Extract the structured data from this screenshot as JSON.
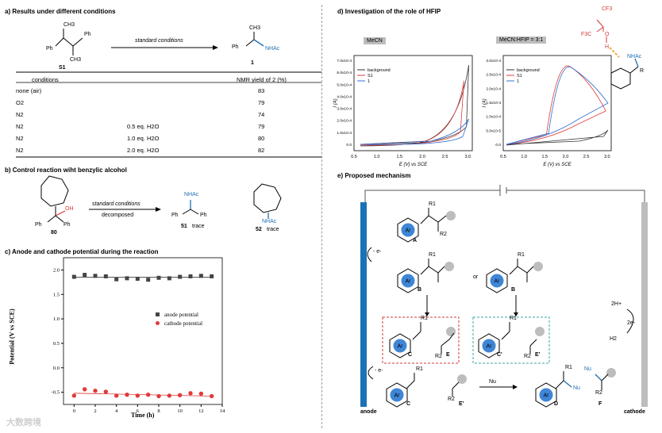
{
  "colors": {
    "blue": "#1f6fb2",
    "red": "#d33a3a",
    "grey": "#b5b5b5",
    "anode": "#1a72b5",
    "cathode": "#bdbdbd"
  },
  "panel_a": {
    "title": "a) Results under different conditions",
    "substrate_label": "S1",
    "product_label": "1",
    "arrow_label": "standard conditions",
    "nhac": "NHAc",
    "ph": "Ph",
    "ch3": "CH3",
    "header_conditions": "conditions",
    "header_yield": "NMR yield of 2 (%)",
    "rows": [
      {
        "cond": "none (air)",
        "extra": "",
        "yield": "83"
      },
      {
        "cond": "O2",
        "extra": "",
        "yield": "79"
      },
      {
        "cond": "N2",
        "extra": "",
        "yield": "74"
      },
      {
        "cond": "N2",
        "extra": "0.5 eq. H2O",
        "yield": "79"
      },
      {
        "cond": "N2",
        "extra": "1.0 eq. H2O",
        "yield": "80"
      },
      {
        "cond": "N2",
        "extra": "2.0 eq. H2O",
        "yield": "82"
      }
    ]
  },
  "panel_b": {
    "title": "b) Control reaction wiht benzylic alcohol",
    "arrow_label_top": "standard conditions",
    "arrow_label_bottom": "decomposed",
    "sm_label": "80",
    "p51_label": "51",
    "p51_note": "trace",
    "p52_label": "52",
    "p52_note": "trace",
    "oh": "OH",
    "nhac": "NHAc",
    "ph": "Ph"
  },
  "panel_c": {
    "title": "c) Anode and cathode potential during the reaction",
    "chart_data": {
      "type": "scatter",
      "xlabel": "Time (h)",
      "ylabel": "Potential (V vs SCE)",
      "xlim": [
        -1,
        14
      ],
      "ylim": [
        -0.75,
        2.25
      ],
      "xticks": [
        0,
        2,
        4,
        6,
        8,
        10,
        12,
        14
      ],
      "yticks": [
        -0.5,
        0.0,
        0.5,
        1.0,
        1.5,
        2.0
      ],
      "series": [
        {
          "name": "anode potential",
          "marker": "square",
          "color": "#444444",
          "x": [
            0,
            1,
            2,
            3,
            4,
            5,
            6,
            7,
            8,
            9,
            10,
            11,
            12,
            13
          ],
          "y": [
            1.86,
            1.9,
            1.88,
            1.87,
            1.81,
            1.83,
            1.82,
            1.8,
            1.84,
            1.83,
            1.86,
            1.87,
            1.88,
            1.87
          ]
        },
        {
          "name": "cathode potential",
          "marker": "circle",
          "color": "#e03a3a",
          "x": [
            0,
            1,
            2,
            3,
            4,
            5,
            6,
            7,
            8,
            9,
            10,
            11,
            12,
            13
          ],
          "y": [
            -0.57,
            -0.44,
            -0.47,
            -0.49,
            -0.57,
            -0.55,
            -0.57,
            -0.55,
            -0.58,
            -0.57,
            -0.56,
            -0.52,
            -0.53,
            -0.58
          ]
        }
      ],
      "fit_lines": [
        {
          "series": "anode potential",
          "y0": 1.85,
          "y1": 1.85
        },
        {
          "series": "cathode potential",
          "y0": -0.52,
          "y1": -0.58
        }
      ],
      "legend": "center-right"
    }
  },
  "panel_d": {
    "title": "d) Investigation of the role of HFIP",
    "tag_left": "MeCN",
    "tag_right": "MeCN:HFIP = 3:1",
    "xlabel": "E (V) vs SCE",
    "ylabel": "I (A)",
    "xticks": [
      "0.5",
      "1.0",
      "1.5",
      "2.0",
      "2.5",
      "3.0"
    ],
    "yticks_left": [
      "0.0",
      "1.0x10-4",
      "2.0x10-4",
      "3.0x10-4",
      "4.0x10-4",
      "5.0x10-4",
      "6.0x10-4",
      "7.0x10-4"
    ],
    "yticks_right": [
      "0.0",
      "5.0x10-5",
      "1.0x10-4",
      "1.5x10-4",
      "2.0x10-4",
      "2.5x10-4",
      "3.0x10-4"
    ],
    "legend": [
      "background",
      "S1",
      "1"
    ],
    "hfip_labels": {
      "cf3a": "CF3",
      "cf3b": "F3C",
      "o": "O",
      "h": "H",
      "nhac": "NHAc",
      "r": "R"
    },
    "chart_data": [
      {
        "type": "line",
        "title": "MeCN",
        "xlim": [
          0.5,
          3.1
        ],
        "ylim": [
          -3e-05,
          0.00072
        ],
        "series": [
          {
            "name": "background",
            "color": "#333333"
          },
          {
            "name": "S1",
            "color": "#e03a3a"
          },
          {
            "name": "1",
            "color": "#2f6fd0"
          }
        ]
      },
      {
        "type": "line",
        "title": "MeCN:HFIP = 3:1",
        "xlim": [
          0.5,
          3.1
        ],
        "ylim": [
          -1e-05,
          0.00033
        ],
        "series": [
          {
            "name": "background",
            "color": "#333333"
          },
          {
            "name": "S1",
            "color": "#e03a3a"
          },
          {
            "name": "1",
            "color": "#2f6fd0"
          }
        ]
      }
    ]
  },
  "panel_e": {
    "title": "e) Proposed mechanism",
    "anode": "anode",
    "cathode": "cathode",
    "ar": "Ar",
    "labels": {
      "A": "A",
      "B": "B",
      "C": "C",
      "E": "E",
      "Cp": "C'",
      "Ep": "E'",
      "D": "D",
      "F": "F",
      "or": "or"
    },
    "minus_e": "- e-",
    "r1": "R1",
    "r2": "R2",
    "nu": "Nu",
    "h_plus": "2H+",
    "two_e": "2e-",
    "h2": "H2"
  },
  "watermark": "大数跨境"
}
